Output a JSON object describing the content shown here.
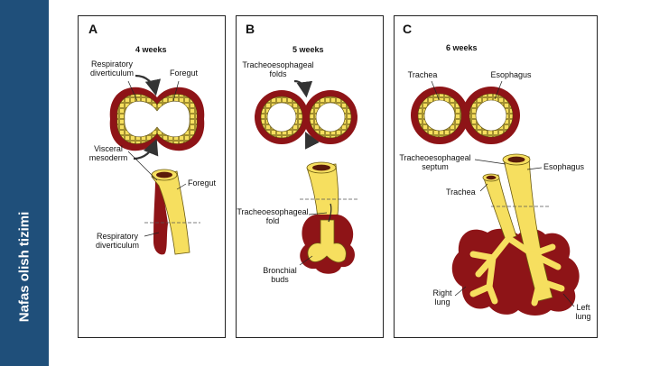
{
  "sidebar": {
    "title": "Nafas olish tizimi"
  },
  "colors": {
    "sidebar": "#1f4f7a",
    "tissue_red": "#8e1417",
    "endoderm_yellow": "#f6df5f"
  },
  "panels": {
    "a": {
      "letter": "A",
      "week": "4 weeks",
      "labels": {
        "resp_div_top": "Respiratory\ndiverticulum",
        "foregut_top": "Foregut",
        "visceral": "Visceral\nmesoderm",
        "foregut_side": "Foregut",
        "resp_div_bottom": "Respiratory\ndiverticulum"
      }
    },
    "b": {
      "letter": "B",
      "week": "5 weeks",
      "labels": {
        "folds": "Tracheoesophageal\nfolds",
        "fold": "Tracheoesophageal\nfold",
        "buds": "Bronchial\nbuds"
      }
    },
    "c": {
      "letter": "C",
      "week": "6 weeks",
      "labels": {
        "trachea_top": "Trachea",
        "esophagus_top": "Esophagus",
        "septum": "Tracheoesophageal\nseptum",
        "esophagus_side": "Esophagus",
        "trachea_side": "Trachea",
        "right_lung": "Right\nlung",
        "left_lung": "Left\nlung"
      }
    }
  }
}
